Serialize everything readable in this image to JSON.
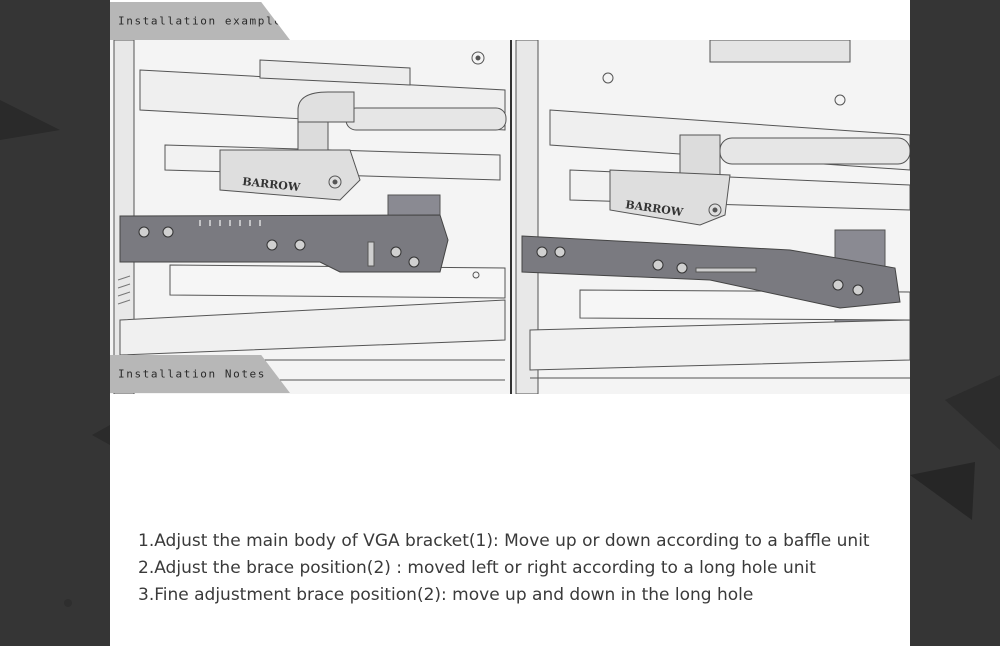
{
  "header": {
    "example_label": "Installation example",
    "notes_label": "Installation Notes"
  },
  "illustration": {
    "left_panel": {
      "brand": "BARROW"
    },
    "right_panel": {
      "brand": "BARROW"
    }
  },
  "notes": [
    "1.Adjust the main body of VGA bracket(1): Move up or down according to a baffle unit",
    "2.Adjust the brace position(2) : moved left or right according to a long hole unit",
    "3.Fine adjustment brace position(2): move up and down in the long hole"
  ],
  "colors": {
    "page_background": "#353535",
    "sheet_background": "#ffffff",
    "tab_background": "#b7b7b7",
    "bracket": "#7a7a80",
    "drawing_line": "#555555"
  }
}
